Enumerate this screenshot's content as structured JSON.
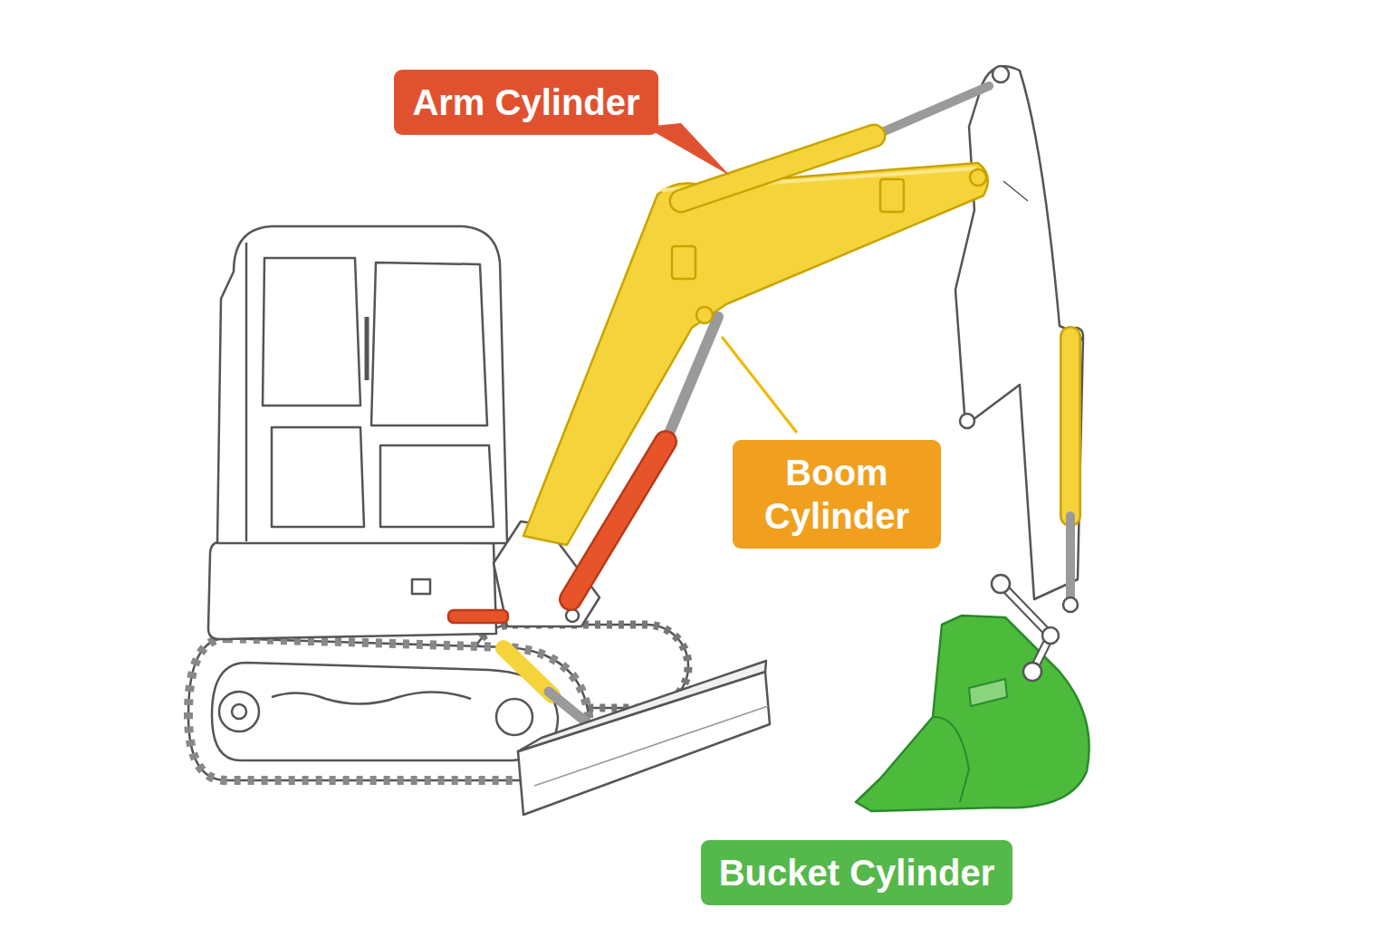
{
  "diagram": {
    "nodes": [
      {
        "text": [
          "Arm Cylinder"
        ]
      },
      {
        "text": [
          "Boom Cylinder"
        ]
      },
      {
        "text": [
          "Bucket Cylinder"
        ]
      }
    ]
  }
}
